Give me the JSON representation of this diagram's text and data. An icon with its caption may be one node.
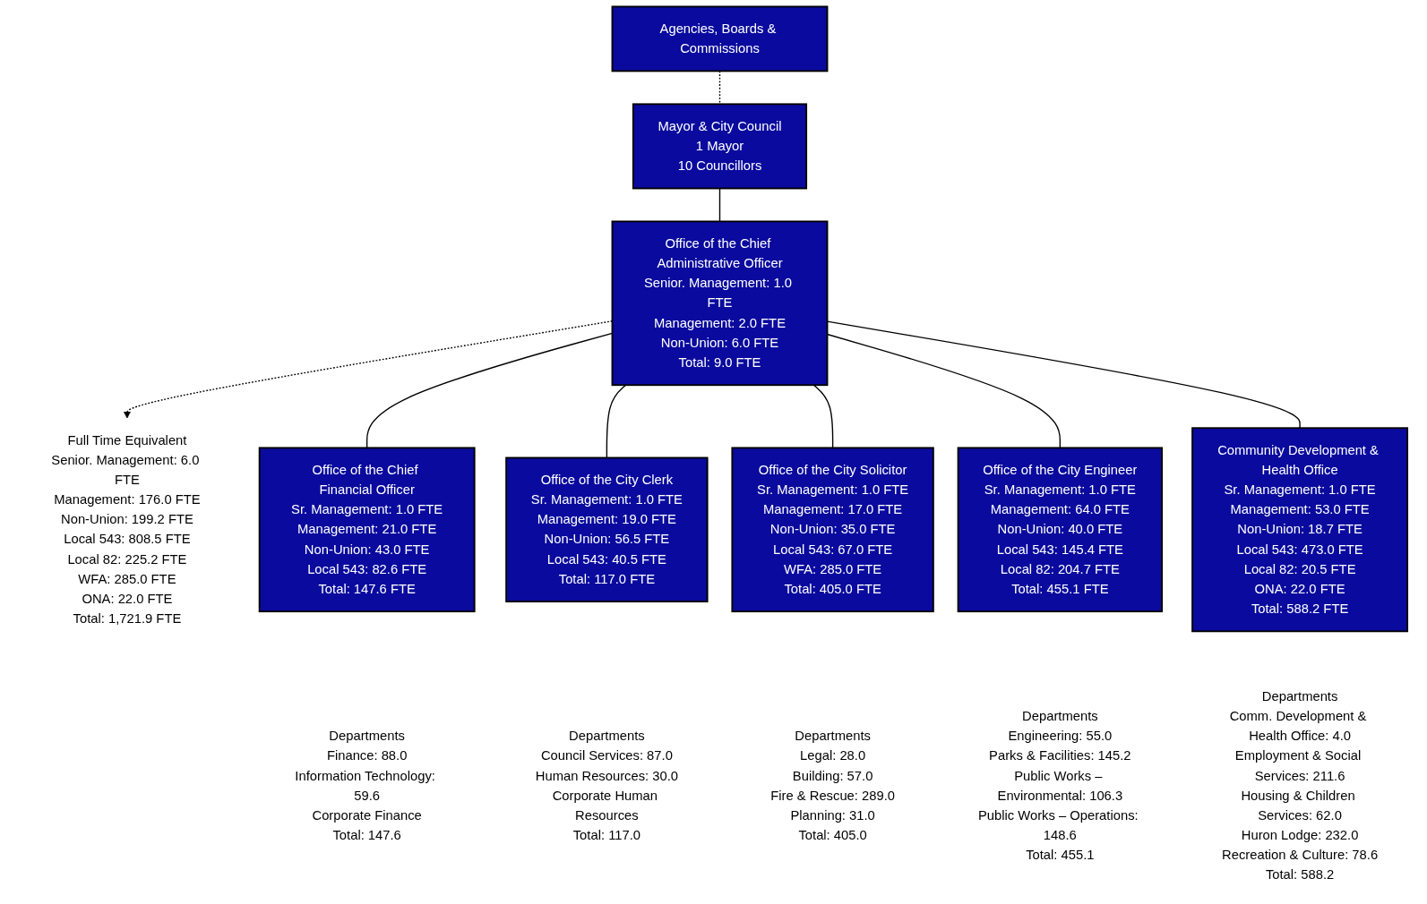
{
  "diagram": {
    "nodes": [
      {
        "text": [
          "Agencies, Boards & Commissions"
        ]
      },
      {
        "text": [
          "Mayor & City Council",
          "1 Mayor",
          "10 Councillors"
        ]
      },
      {
        "text": [
          "Office of the Chief Administrative Officer",
          "Senior. Management: 1.0 FTE",
          "Management: 2.0 FTE",
          "Non-Union: 6.0 FTE",
          "Total: 9.0 FTE"
        ]
      },
      {
        "text": [
          "Full Time Equivalent",
          "Senior. Management: 6.0 FTE",
          "Management: 176.0 FTE",
          "Non-Union: 199.2 FTE",
          "Local 543: 808.5 FTE",
          "Local 82: 225.2 FTE",
          "WFA: 285.0 FTE",
          "ONA: 22.0 FTE",
          "Total: 1,721.9 FTE"
        ]
      },
      {
        "text": [
          "Office of the Chief Financial Officer",
          "Sr. Management: 1.0 FTE",
          "Management: 21.0 FTE",
          "Non-Union: 43.0 FTE",
          "Local 543: 82.6 FTE",
          "Total: 147.6 FTE"
        ],
        "beside": [
          "Departments",
          "Finance: 88.0",
          "Information Technology: 59.6",
          "Corporate Finance",
          "Total: 147.6"
        ]
      },
      {
        "text": [
          "Office of the City Clerk",
          "Sr. Management: 1.0 FTE",
          "Management: 19.0 FTE",
          "Non-Union: 56.5 FTE",
          "Local 543: 40.5 FTE",
          "Total: 117.0 FTE"
        ],
        "beside": [
          "Departments",
          "Council Services: 87.0",
          "Human Resources: 30.0",
          "Corporate Human Resources",
          "Total: 117.0"
        ]
      },
      {
        "text": [
          "Office of the City Solicitor",
          "Sr. Management: 1.0 FTE",
          "Management: 17.0 FTE",
          "Non-Union: 35.0 FTE",
          "Local 543: 67.0 FTE",
          "WFA: 285.0 FTE",
          "Total: 405.0 FTE"
        ],
        "beside": [
          "Departments",
          "Legal: 28.0",
          "Building: 57.0",
          "Fire & Rescue: 289.0",
          "Planning: 31.0",
          "Total: 405.0"
        ]
      },
      {
        "text": [
          "Office of the City Engineer",
          "Sr. Management: 1.0 FTE",
          "Management: 64.0 FTE",
          "Non-Union: 40.0 FTE",
          "Local 543: 145.4 FTE",
          "Local 82: 204.7 FTE",
          "Total: 455.1 FTE"
        ],
        "beside": [
          "Departments",
          "Engineering: 55.0",
          "Parks & Facilities: 145.2",
          "Public Works – Environmental: 106.3",
          "Public Works – Operations: 148.6",
          "Total: 455.1"
        ]
      },
      {
        "text": [
          "Community Development & Health Office",
          "Sr. Management: 1.0 FTE",
          "Management: 53.0 FTE",
          "Non-Union: 18.7 FTE",
          "Local 543: 473.0 FTE",
          "Local 82: 20.5 FTE",
          "ONA: 22.0 FTE",
          "Total: 588.2 FTE"
        ],
        "beside": [
          "Departments",
          "Comm. Development & Health Office: 4.0",
          "Employment & Social Services: 211.6",
          "Housing & Children Services: 62.0",
          "Huron Lodge: 232.0",
          "Recreation & Culture: 78.6",
          "Total: 588.2"
        ]
      }
    ],
    "edges": [
      {
        "from": 0,
        "to": 1,
        "arrow": "none",
        "style": "dashed"
      },
      {
        "from": 1,
        "to": 2,
        "arrow": "none"
      },
      {
        "from": 2,
        "to": 3,
        "arrow": "to",
        "style": "dashed"
      },
      {
        "from": 2,
        "to": 4,
        "arrow": "none"
      },
      {
        "from": 2,
        "to": 5,
        "arrow": "none"
      },
      {
        "from": 2,
        "to": 6,
        "arrow": "none"
      },
      {
        "from": 2,
        "to": 7,
        "arrow": "none"
      },
      {
        "from": 2,
        "to": 8,
        "arrow": "none"
      }
    ]
  }
}
